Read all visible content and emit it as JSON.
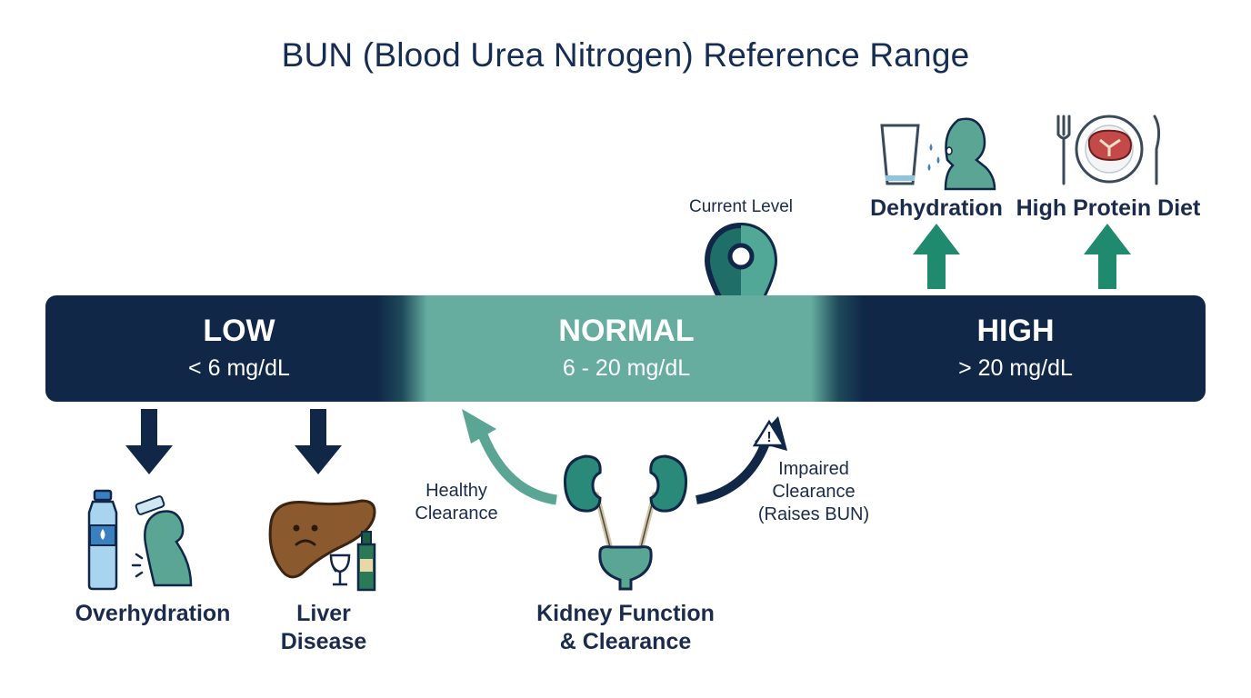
{
  "title": "BUN (Blood Urea Nitrogen) Reference Range",
  "current_level": {
    "label": "Current Level"
  },
  "segments": [
    {
      "label": "LOW",
      "range": "< 6 mg/dL"
    },
    {
      "label": "NORMAL",
      "range": "6 - 20 mg/dL"
    },
    {
      "label": "HIGH",
      "range": "> 20 mg/dL"
    }
  ],
  "low_causes": [
    {
      "label": "Overhydration",
      "icon": "water-bottle-drinking-icon"
    },
    {
      "label": "Liver\nDisease",
      "icon": "sad-liver-icon"
    }
  ],
  "high_causes": [
    {
      "label": "Dehydration",
      "icon": "empty-glass-thirsty-person-icon"
    },
    {
      "label": "High Protein Diet",
      "icon": "steak-plate-icon"
    }
  ],
  "kidney": {
    "label": "Kidney Function\n& Clearance",
    "icon": "kidneys-bladder-icon",
    "healthy": "Healthy\nClearance",
    "impaired": "Impaired\nClearance\n(Raises BUN)"
  },
  "colors": {
    "navy": "#102748",
    "teal": "#66ada0",
    "arrow_teal": "#1f8a6e",
    "text": "#1a2b4c"
  }
}
